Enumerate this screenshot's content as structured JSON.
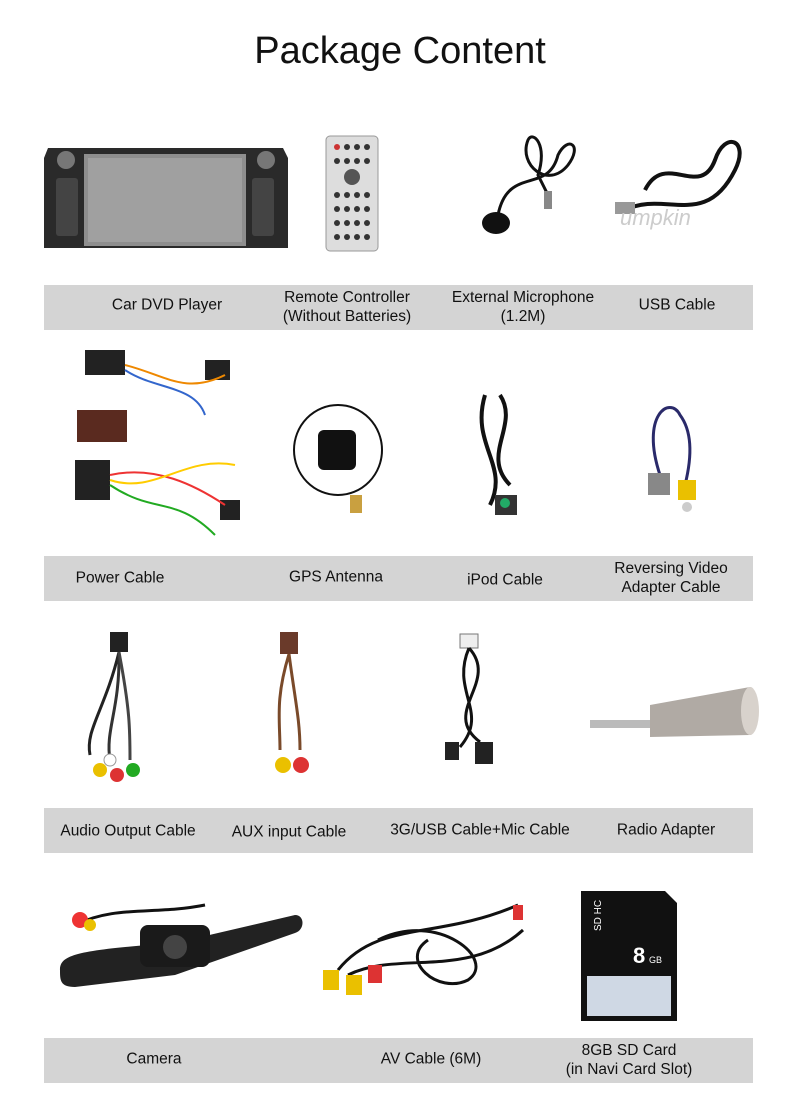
{
  "title": "Package Content",
  "rows": [
    {
      "items": [
        {
          "label": "Car DVD Player",
          "icon": "car-dvd-player"
        },
        {
          "label": "Remote Controller\n(Without Batteries)",
          "icon": "remote-controller"
        },
        {
          "label": "External Microphone\n(1.2M)",
          "icon": "external-microphone"
        },
        {
          "label": "USB Cable",
          "icon": "usb-cable"
        }
      ]
    },
    {
      "items": [
        {
          "label": "Power Cable",
          "icon": "power-cable"
        },
        {
          "label": "GPS Antenna",
          "icon": "gps-antenna"
        },
        {
          "label": "iPod Cable",
          "icon": "ipod-cable"
        },
        {
          "label": "Reversing Video\nAdapter Cable",
          "icon": "reversing-video-adapter-cable"
        }
      ]
    },
    {
      "items": [
        {
          "label": "Audio Output Cable",
          "icon": "audio-output-cable"
        },
        {
          "label": "AUX input Cable",
          "icon": "aux-input-cable"
        },
        {
          "label": "3G/USB Cable+Mic Cable",
          "icon": "3g-usb-mic-cable"
        },
        {
          "label": "Radio Adapter",
          "icon": "radio-adapter"
        }
      ]
    },
    {
      "items": [
        {
          "label": "Camera",
          "icon": "camera"
        },
        {
          "label": "AV Cable (6M)",
          "icon": "av-cable"
        },
        {
          "label": "8GB SD Card\n(in Navi Card Slot)",
          "icon": "sd-card"
        }
      ]
    }
  ],
  "watermark": "Pumpkin",
  "sd_card_text": "8GB"
}
